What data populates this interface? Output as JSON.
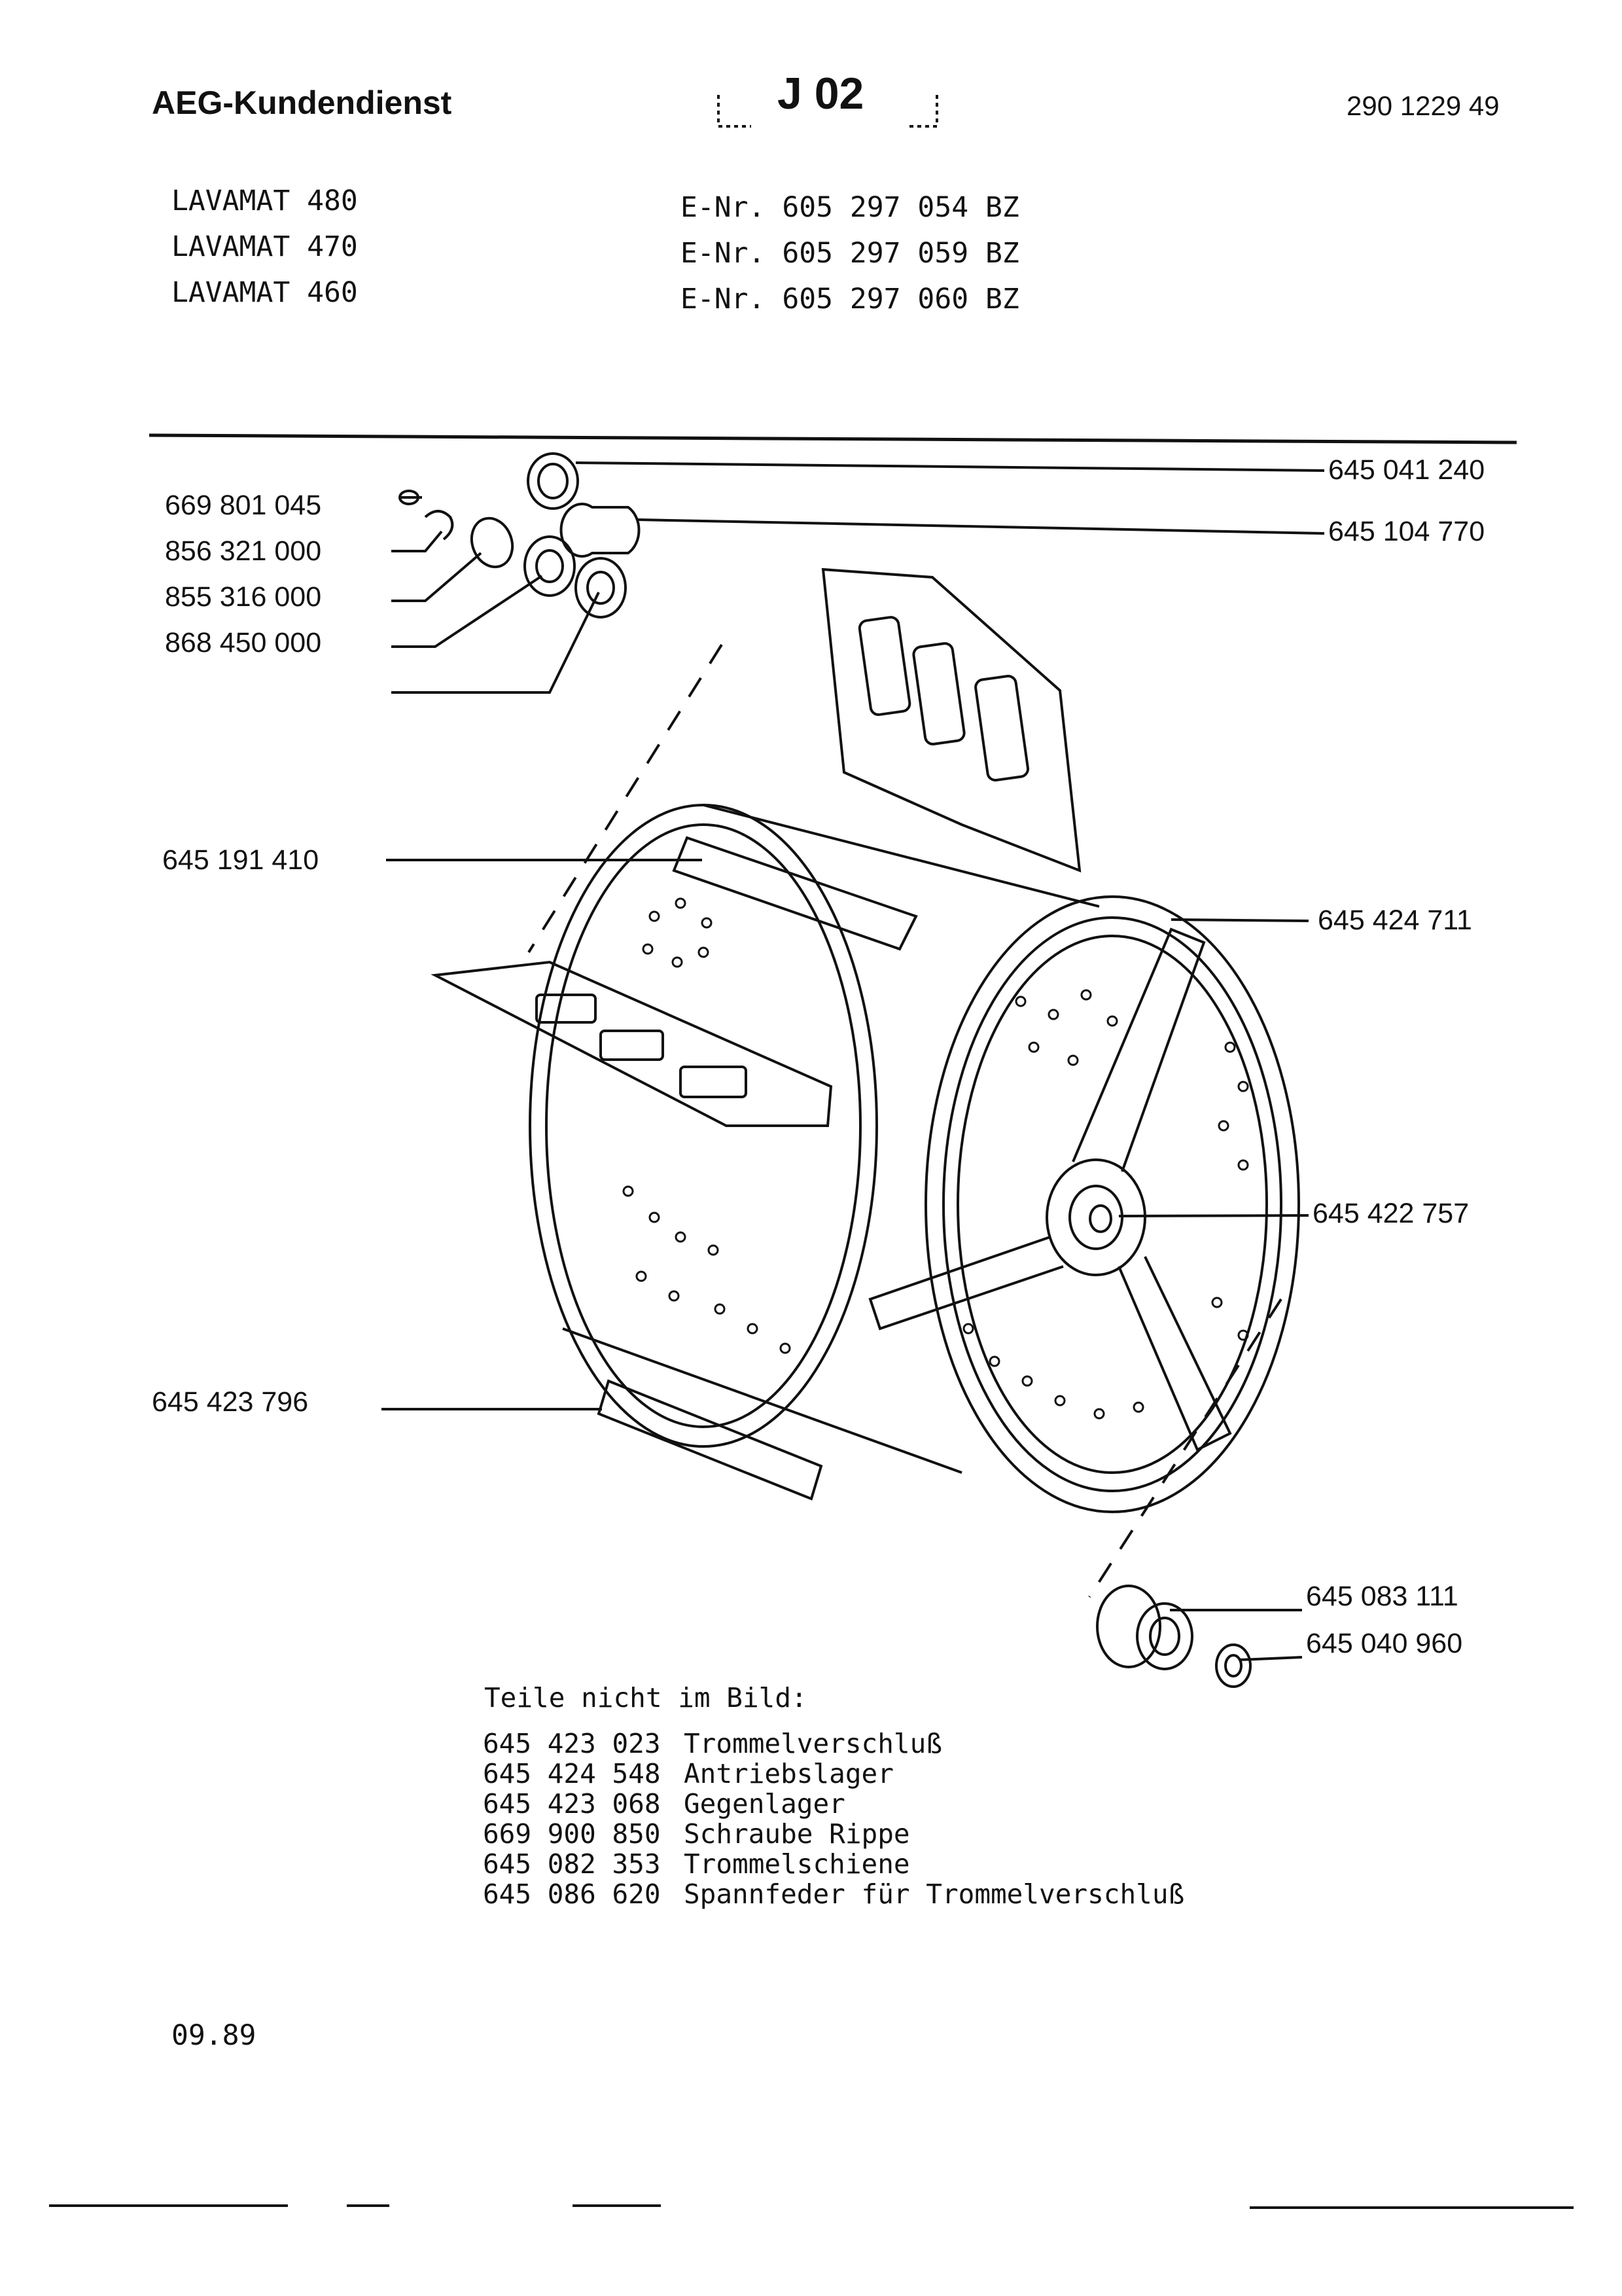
{
  "header": {
    "service": "AEG-Kundendienst",
    "page_code": "J 02",
    "doc_number": "290 1229 49"
  },
  "models": [
    {
      "name": "LAVAMAT 480",
      "enr": "E-Nr. 605 297 054 BZ"
    },
    {
      "name": "LAVAMAT 470",
      "enr": "E-Nr. 605 297 059 BZ"
    },
    {
      "name": "LAVAMAT 460",
      "enr": "E-Nr. 605 297 060 BZ"
    }
  ],
  "parts_left": [
    "669 801 045",
    "856 321 000",
    "855 316 000",
    "868 450 000",
    "645 191 410",
    "645 423 796"
  ],
  "parts_right": [
    "645 041 240",
    "645 104 770",
    "645 424 711",
    "645 422 757",
    "645 083 111",
    "645 040 960"
  ],
  "not_shown": {
    "title": "Teile nicht im Bild:",
    "items": [
      {
        "number": "645 423 023",
        "name": "Trommelverschluß"
      },
      {
        "number": "645 424 548",
        "name": "Antriebslager"
      },
      {
        "number": "645 423 068",
        "name": "Gegenlager"
      },
      {
        "number": "669 900 850",
        "name": "Schraube Rippe"
      },
      {
        "number": "645 082 353",
        "name": "Trommelschiene"
      },
      {
        "number": "645 086 620",
        "name": "Spannfeder für Trommelverschluß"
      }
    ]
  },
  "date": "09.89",
  "colors": {
    "ink": "#111111",
    "paper": "#ffffff"
  }
}
